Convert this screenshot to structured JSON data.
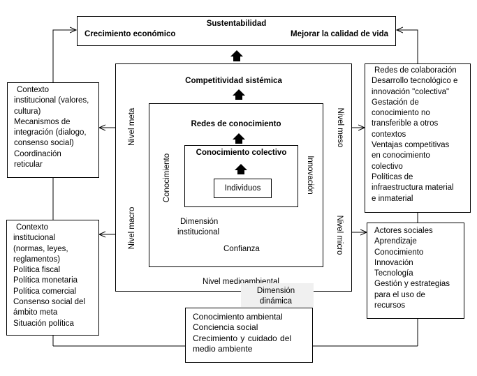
{
  "top_box": {
    "title": "Sustentabilidad",
    "left": "Crecimiento económico",
    "right": "Mejorar la calidad de vida"
  },
  "outer_frame": {
    "title": "Competitividad sistémica",
    "left_label_top": "Nivel meta",
    "left_label_bottom": "Nivel macro",
    "right_label_top": "Nivel meso",
    "right_label_bottom": "Nivel micro",
    "bottom_label": "Nivel medioambiental"
  },
  "middle_frame": {
    "title": "Redes de conocimiento",
    "dimension_label_1": "Dimensión",
    "dimension_label_2": "institucional",
    "trust_label": "Confianza",
    "left_vertical": "Conocimiento",
    "right_vertical": "Innovación"
  },
  "inner_frame": {
    "title": "Conocimiento colectivo",
    "individuals": "Individuos"
  },
  "dynamic_label": {
    "line1": "Dimensión",
    "line2": "dinámica"
  },
  "left_top_box": {
    "lines": [
      "Contexto",
      "institucional (valores,",
      "cultura)",
      "Mecanismos de",
      "integración (dialogo,",
      "consenso social)",
      "Coordinación",
      "reticular"
    ]
  },
  "left_bottom_box": {
    "lines": [
      "Contexto",
      "institucional",
      "(normas, leyes,",
      "reglamentos)",
      "Política fiscal",
      "Política monetaria",
      "Política comercial",
      "Consenso social del",
      "ámbito meta",
      "Situación política"
    ]
  },
  "right_top_box": {
    "lines": [
      "Redes de colaboración",
      "Desarrollo tecnológico e",
      "innovación \"colectiva\"",
      "Gestación de",
      "conocimiento no",
      "transferible a otros",
      "contextos",
      "Ventajas competitivas",
      "en conocimiento",
      "colectivo",
      "Políticas de",
      "infraestructura material",
      "e inmaterial"
    ]
  },
  "right_bottom_box": {
    "lines": [
      "Actores sociales",
      "Aprendizaje",
      "Conocimiento",
      "Innovación",
      "Tecnología",
      "Gestión y estrategias",
      "para el uso de",
      "recursos"
    ]
  },
  "bottom_box": {
    "lines": [
      "Conocimiento ambiental",
      "Conciencia social",
      "Crecimiento  y  cuidado  del",
      "medio ambiente"
    ]
  }
}
